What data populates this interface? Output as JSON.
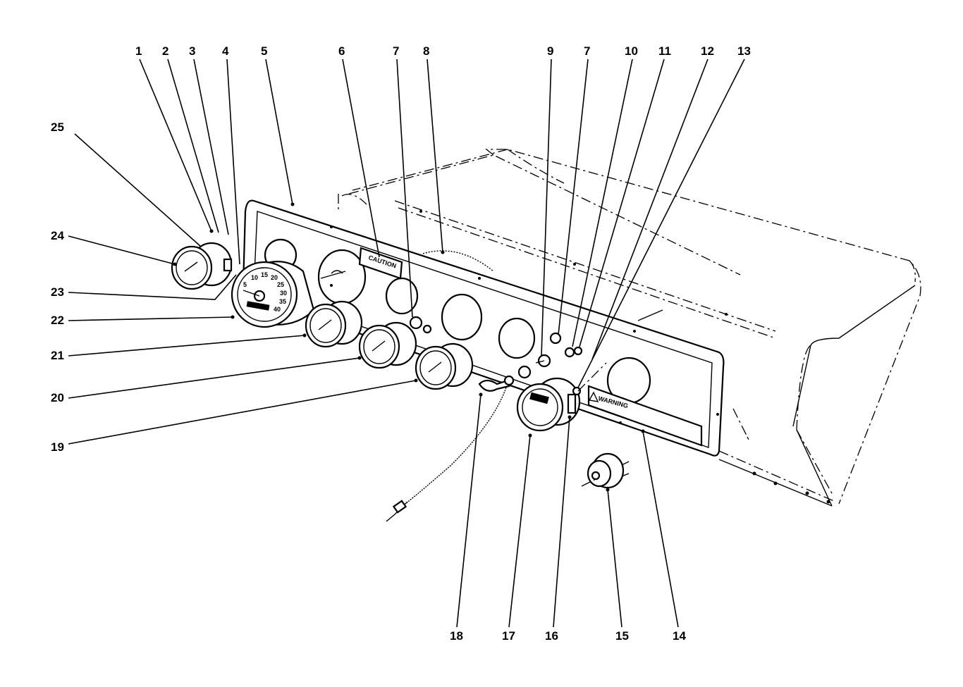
{
  "diagram": {
    "callouts": [
      {
        "id": "c1",
        "text": "1"
      },
      {
        "id": "c2",
        "text": "2"
      },
      {
        "id": "c3",
        "text": "3"
      },
      {
        "id": "c4",
        "text": "4"
      },
      {
        "id": "c5",
        "text": "5"
      },
      {
        "id": "c6",
        "text": "6"
      },
      {
        "id": "c7a",
        "text": "7"
      },
      {
        "id": "c8",
        "text": "8"
      },
      {
        "id": "c9",
        "text": "9"
      },
      {
        "id": "c7b",
        "text": "7"
      },
      {
        "id": "c10",
        "text": "10"
      },
      {
        "id": "c11",
        "text": "11"
      },
      {
        "id": "c12",
        "text": "12"
      },
      {
        "id": "c13",
        "text": "13"
      },
      {
        "id": "c25",
        "text": "25"
      },
      {
        "id": "c24",
        "text": "24"
      },
      {
        "id": "c23",
        "text": "23"
      },
      {
        "id": "c22",
        "text": "22"
      },
      {
        "id": "c21",
        "text": "21"
      },
      {
        "id": "c20",
        "text": "20"
      },
      {
        "id": "c19",
        "text": "19"
      },
      {
        "id": "c18",
        "text": "18"
      },
      {
        "id": "c17",
        "text": "17"
      },
      {
        "id": "c16",
        "text": "16"
      },
      {
        "id": "c15",
        "text": "15"
      },
      {
        "id": "c14",
        "text": "14"
      }
    ],
    "panel_labels": {
      "caution": "CAUTION",
      "warning": "WARNING"
    },
    "speedometer_ticks": [
      "5",
      "10",
      "15",
      "20",
      "25",
      "30",
      "35",
      "40"
    ],
    "colors": {
      "ink": "#000000",
      "paper": "#ffffff"
    }
  }
}
